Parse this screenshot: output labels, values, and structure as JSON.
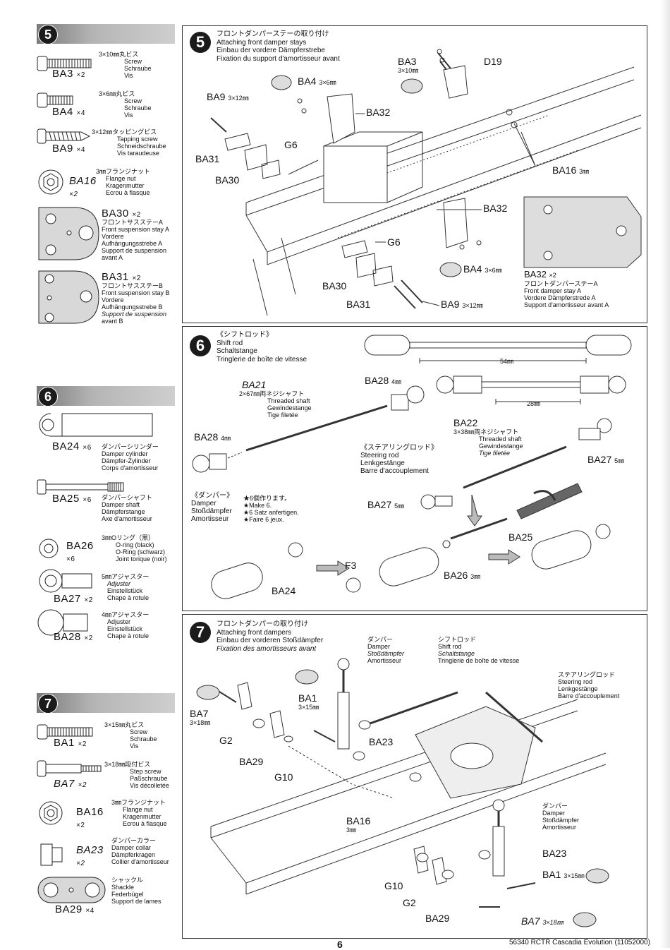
{
  "left": {
    "step5": {
      "num": "5",
      "parts": [
        {
          "code": "BA3",
          "qty": "×2",
          "size": "3×10㎜丸ビス",
          "names": [
            "Screw",
            "Schraube",
            "Vis"
          ]
        },
        {
          "code": "BA4",
          "qty": "×4",
          "size": "3×6㎜丸ビス",
          "names": [
            "Screw",
            "Schraube",
            "Vis"
          ]
        },
        {
          "code": "BA9",
          "qty": "×4",
          "size": "3×12㎜タッピングビス",
          "names": [
            "Tapping screw",
            "Schneidschraube",
            "Vis taraudeuse"
          ]
        },
        {
          "code": "BA16",
          "qty": "×2",
          "size": "3㎜フランジナット",
          "names": [
            "Flange nut",
            "Kragenmutter",
            "Ecrou à flasque"
          ]
        },
        {
          "code": "BA30",
          "qty": "×2",
          "size": "フロントサスステーA",
          "names": [
            "Front suspension stay A",
            "Vordere",
            "Aufhängungsstrebe A",
            "Support de suspension",
            "avant A"
          ]
        },
        {
          "code": "BA31",
          "qty": "×2",
          "size": "フロントサスステーB",
          "names": [
            "Front suspension stay B",
            "Vordere",
            "Aufhängungsstrebe B",
            "Support de suspension",
            "avant B"
          ]
        }
      ]
    },
    "step6": {
      "num": "6",
      "parts": [
        {
          "code": "BA24",
          "qty": "×6",
          "size": "ダンパーシリンダー",
          "names": [
            "Damper cylinder",
            "Dämpfer-Zylinder",
            "Corps d'amortisseur"
          ]
        },
        {
          "code": "BA25",
          "qty": "×6",
          "size": "ダンパーシャフト",
          "names": [
            "Damper shaft",
            "Dämpferstange",
            "Axe d'amortisseur"
          ]
        },
        {
          "code": "BA26",
          "qty": "×6",
          "size": "3㎜Oリング（黒）",
          "names": [
            "O-ring (black)",
            "O-Ring (schwarz)",
            "Joint torique (noir)"
          ]
        },
        {
          "code": "BA27",
          "qty": "×2",
          "size": "5㎜アジャスター",
          "names": [
            "Adjuster",
            "Einstellstück",
            "Chape à rotule"
          ]
        },
        {
          "code": "BA28",
          "qty": "×2",
          "size": "4㎜アジャスター",
          "names": [
            "Adjuster",
            "Einstellstück",
            "Chape à rotule"
          ]
        }
      ]
    },
    "step7": {
      "num": "7",
      "parts": [
        {
          "code": "BA1",
          "qty": "×2",
          "size": "3×15㎜丸ビス",
          "names": [
            "Screw",
            "Schraube",
            "Vis"
          ]
        },
        {
          "code": "BA7",
          "qty": "×2",
          "size": "3×18㎜段付ビス",
          "names": [
            "Step screw",
            "Paßschraube",
            "Vis décolletée"
          ]
        },
        {
          "code": "BA16",
          "qty": "×2",
          "size": "3㎜フランジナット",
          "names": [
            "Flange nut",
            "Kragenmutter",
            "Ecrou à flasque"
          ]
        },
        {
          "code": "BA23",
          "qty": "×2",
          "size": "ダンパーカラー",
          "names": [
            "Damper collar",
            "Dämpferkragen",
            "Collier d'amortisseur"
          ]
        },
        {
          "code": "BA29",
          "qty": "×4",
          "size": "シャックル",
          "names": [
            "Shackle",
            "Federbügel",
            "Support de lames"
          ]
        }
      ]
    }
  },
  "panel5": {
    "num": "5",
    "title": [
      "フロントダンパーステーの取り付け",
      "Attaching front damper stays",
      "Einbau der vordere Dämpferstrebe",
      "Fixation du support d'amortisseur avant"
    ],
    "labels": {
      "ba3": "BA3",
      "ba3size": "3×10㎜",
      "d19": "D19",
      "ba4top": "BA4",
      "ba4topsize": "3×6㎜",
      "ba9top": "BA9",
      "ba9topsize": "3×12㎜",
      "ba32top": "BA32",
      "g6top": "G6",
      "ba31top": "BA31",
      "ba30top": "BA30",
      "ba16": "BA16",
      "ba16size": "3㎜",
      "ba32mid": "BA32",
      "g6bot": "G6",
      "ba4bot": "BA4",
      "ba4botsize": "3×6㎜",
      "ba30bot": "BA30",
      "ba31bot": "BA31",
      "ba9bot": "BA9",
      "ba9botsize": "3×12㎜"
    },
    "inset": {
      "code": "BA32",
      "qty": "×2",
      "names": [
        "フロントダンパーステーA",
        "Front damper stay A",
        "Vordere Dämpferstrede A",
        "Support d'amortisseur avant A"
      ]
    }
  },
  "panel6": {
    "num": "6",
    "title": [
      "《シフトロッド》",
      "Shift rod",
      "Schaltstange",
      "Tringlerie de boîte de vitesse"
    ],
    "dim54": "54㎜",
    "dim28": "28㎜",
    "ba21": {
      "code": "BA21",
      "names": [
        "2×67㎜両ネジシャフト",
        "Threaded shaft",
        "Gewindestange",
        "Tige filetée"
      ]
    },
    "ba28a": "BA28",
    "ba28asize": "4㎜",
    "ba28b": "BA28",
    "ba28bsize": "4㎜",
    "ba22": {
      "code": "BA22",
      "names": [
        "3×38㎜両ネジシャフト",
        "Threaded shaft",
        "Gewindestange",
        "Tige filetée"
      ]
    },
    "steer": [
      "《ステアリングロッド》",
      "Steering rod",
      "Lenkgestänge",
      "Barre d'accouplement"
    ],
    "ba27a": "BA27",
    "ba27asize": "5㎜",
    "ba27b": "BA27",
    "ba27bsize": "5㎜",
    "damper": [
      "《ダンパー》",
      "Damper",
      "Stoßdämpfer",
      "Amortisseur"
    ],
    "make": [
      "★6個作ります。",
      "★Make 6.",
      "★6 Satz anfertigen.",
      "★Faire 6 jeux."
    ],
    "ba25": "BA25",
    "f3": "F3",
    "ba26": "BA26",
    "ba26size": "3㎜",
    "ba24": "BA24"
  },
  "panel7": {
    "num": "7",
    "title": [
      "フロントダンパーの取り付け",
      "Attaching front dampers",
      "Einbau der vorderen Stoßdämpfer",
      "Fixation des amortisseurs avant"
    ],
    "damper1": [
      "ダンパー",
      "Damper",
      "Stoßdämpfer",
      "Amortisseur"
    ],
    "shift": [
      "シフトロッド",
      "Shift rod",
      "Schaltstange",
      "Tringlerie de boîte de vitesse"
    ],
    "steer": [
      "ステアリングロッド",
      "Steering rod",
      "Lenkgestänge",
      "Barre d'accouplement"
    ],
    "damper2": [
      "ダンパー",
      "Damper",
      "Stoßdämpfer",
      "Amortisseur"
    ],
    "ba7a": "BA7",
    "ba7asize": "3×18㎜",
    "ba1a": "BA1",
    "ba1asize": "3×15㎜",
    "g2a": "G2",
    "ba29a": "BA29",
    "g10a": "G10",
    "ba23a": "BA23",
    "ba16": "BA16",
    "ba16size": "3㎜",
    "ba23b": "BA23",
    "ba1b": "BA1",
    "ba1bsize": "3×15㎜",
    "g10b": "G10",
    "g2b": "G2",
    "ba29b": "BA29",
    "ba7b": "BA7",
    "ba7bsize": "3×18㎜"
  },
  "footer": {
    "page": "6",
    "model": "56340 RCTR Cascadia Evolution (11052000)"
  }
}
